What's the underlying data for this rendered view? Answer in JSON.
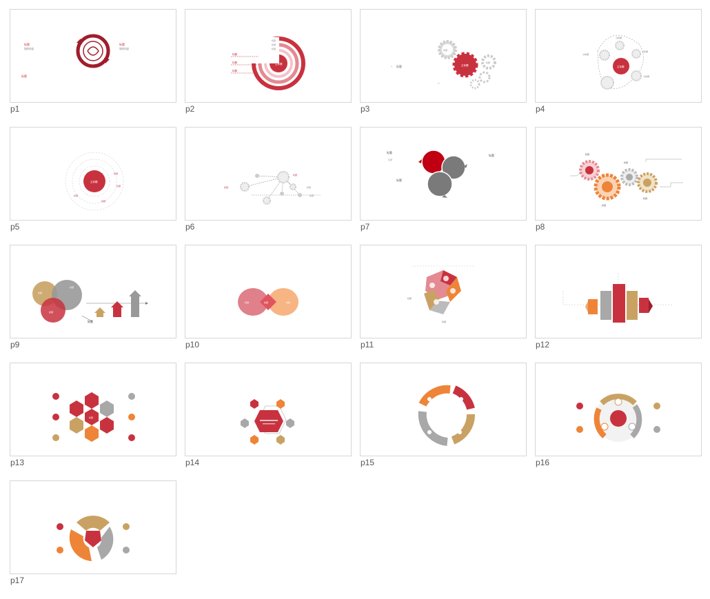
{
  "colors": {
    "red": "#c8323f",
    "dark_red": "#a01d2c",
    "pink": "#e48a92",
    "orange": "#ee8438",
    "gold": "#c9a263",
    "gray": "#a8a8a8",
    "dark_gray": "#7a7a7a",
    "border": "#d6d6d6"
  },
  "slides": [
    {
      "label": "p1",
      "texts": [
        "标题",
        "您的内容",
        "标题",
        "您的内容",
        "标题"
      ]
    },
    {
      "label": "p2",
      "texts": [
        "主标题",
        "标题",
        "标题",
        "标题",
        "标题",
        "标题",
        "标题"
      ]
    },
    {
      "label": "p3",
      "texts": [
        "标题",
        "主标题",
        "标题",
        "标题"
      ]
    },
    {
      "label": "p4",
      "texts": [
        "主标题",
        "小标题",
        "小标题",
        "小标题",
        "小标题"
      ]
    },
    {
      "label": "p5",
      "texts": [
        "主标题",
        "标题",
        "标题",
        "标题",
        "标题"
      ]
    },
    {
      "label": "p6",
      "texts": [
        "标题",
        "标题",
        "标题",
        "标题"
      ]
    },
    {
      "label": "p7",
      "texts": [
        "标题",
        "标题",
        "标题",
        "标题"
      ]
    },
    {
      "label": "p8",
      "texts": [
        "标题",
        "标题",
        "标题",
        "标题"
      ]
    },
    {
      "label": "p9",
      "texts": [
        "标题",
        "标题",
        "标题",
        "标题"
      ]
    },
    {
      "label": "p10",
      "texts": [
        "标题",
        "标题",
        "标题"
      ]
    },
    {
      "label": "p11",
      "texts": [
        "标题",
        "标题"
      ]
    },
    {
      "label": "p12",
      "texts": []
    },
    {
      "label": "p13",
      "texts": [
        "标题"
      ]
    },
    {
      "label": "p14",
      "texts": []
    },
    {
      "label": "p15",
      "texts": []
    },
    {
      "label": "p16",
      "texts": []
    },
    {
      "label": "p17",
      "texts": []
    }
  ]
}
